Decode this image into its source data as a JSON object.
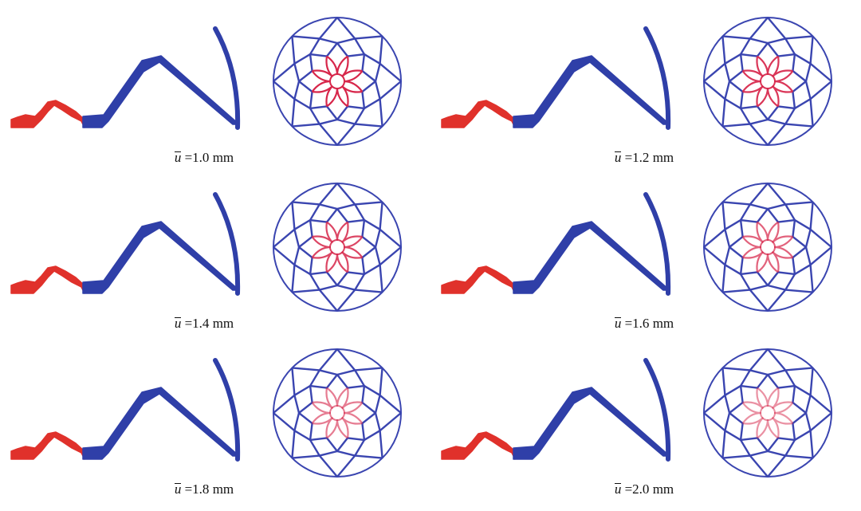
{
  "figure": {
    "colors": {
      "soft_segment": "#e0312b",
      "stiff_segment": "#2f3fa8",
      "lattice_outer": "#3a45b0",
      "lattice_inner": "#d7264a",
      "background": "#ffffff"
    },
    "panels": [
      {
        "symbol": "u",
        "value": "=1.0",
        "unit": "mm",
        "inner_intensity": 1.0
      },
      {
        "symbol": "u",
        "value": "=1.2",
        "unit": "mm",
        "inner_intensity": 0.92
      },
      {
        "symbol": "u",
        "value": "=1.4",
        "unit": "mm",
        "inner_intensity": 0.85
      },
      {
        "symbol": "u",
        "value": "=1.6",
        "unit": "mm",
        "inner_intensity": 0.72
      },
      {
        "symbol": "u",
        "value": "=1.8",
        "unit": "mm",
        "inner_intensity": 0.6
      },
      {
        "symbol": "u",
        "value": "=2.0",
        "unit": "mm",
        "inner_intensity": 0.5
      }
    ]
  }
}
